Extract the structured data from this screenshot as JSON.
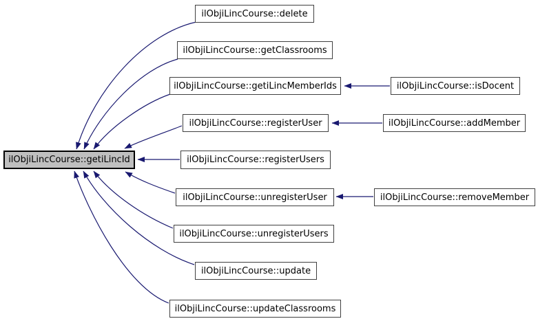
{
  "diagram": {
    "kind": "doxygen-caller-graph",
    "colors": {
      "edge": "#191970",
      "node_border": "#3f3f3f",
      "node_fill": "#ffffff",
      "highlight_border": "#000000",
      "highlight_fill": "#bfbfbf",
      "background": "#ffffff",
      "text": "#000000"
    },
    "nodes": {
      "getiLincId": {
        "label": "ilObjiLincCourse::getiLincId",
        "highlighted": true
      },
      "delete": {
        "label": "ilObjiLincCourse::delete"
      },
      "getClassrooms": {
        "label": "ilObjiLincCourse::getClassrooms"
      },
      "getiLincMemberIds": {
        "label": "ilObjiLincCourse::getiLincMemberIds"
      },
      "registerUser": {
        "label": "ilObjiLincCourse::registerUser"
      },
      "registerUsers": {
        "label": "ilObjiLincCourse::registerUsers"
      },
      "unregisterUser": {
        "label": "ilObjiLincCourse::unregisterUser"
      },
      "unregisterUsers": {
        "label": "ilObjiLincCourse::unregisterUsers"
      },
      "update": {
        "label": "ilObjiLincCourse::update"
      },
      "updateClassrooms": {
        "label": "ilObjiLincCourse::updateClassrooms"
      },
      "isDocent": {
        "label": "ilObjiLincCourse::isDocent"
      },
      "addMember": {
        "label": "ilObjiLincCourse::addMember"
      },
      "removeMember": {
        "label": "ilObjiLincCourse::removeMember"
      }
    },
    "edges": [
      {
        "from": "delete",
        "to": "getiLincId"
      },
      {
        "from": "getClassrooms",
        "to": "getiLincId"
      },
      {
        "from": "getiLincMemberIds",
        "to": "getiLincId"
      },
      {
        "from": "registerUser",
        "to": "getiLincId"
      },
      {
        "from": "registerUsers",
        "to": "getiLincId"
      },
      {
        "from": "unregisterUser",
        "to": "getiLincId"
      },
      {
        "from": "unregisterUsers",
        "to": "getiLincId"
      },
      {
        "from": "update",
        "to": "getiLincId"
      },
      {
        "from": "updateClassrooms",
        "to": "getiLincId"
      },
      {
        "from": "isDocent",
        "to": "getiLincMemberIds"
      },
      {
        "from": "addMember",
        "to": "registerUser"
      },
      {
        "from": "removeMember",
        "to": "unregisterUser"
      }
    ]
  }
}
